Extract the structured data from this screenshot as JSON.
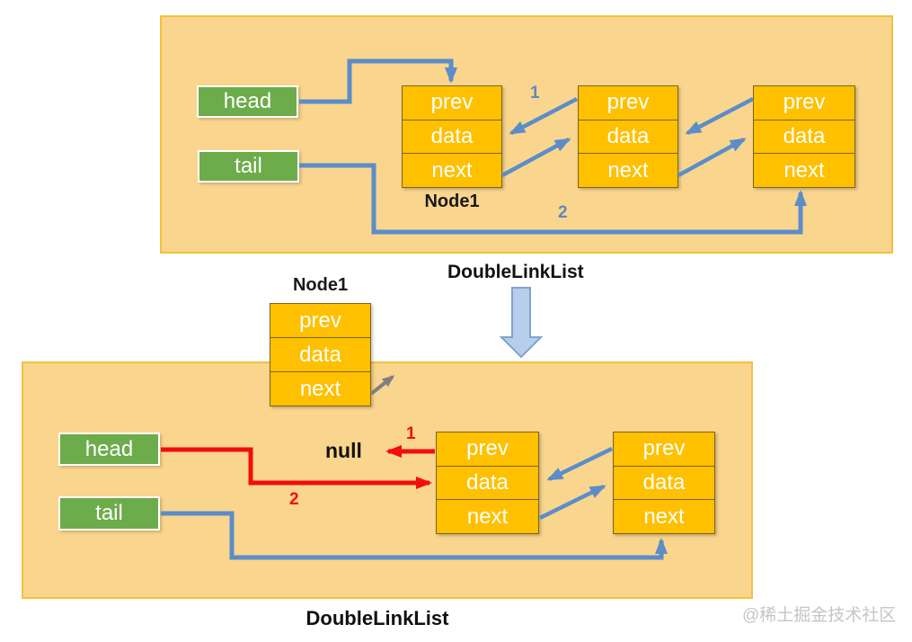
{
  "colors": {
    "panel_bg": "#FAD58E",
    "panel_border": "#F1C140",
    "node_fill": "#FFC000",
    "node_border": "#7a6420",
    "green": "#6CAC4B",
    "blue": "#5B8DC9",
    "red": "#F20D0D",
    "gray": "#7F7F7F",
    "step_blue": "#6189BD",
    "arrow_fill": "#B7CEEA",
    "arrow_stroke": "#7FA3CF",
    "watermark_gray": "#C5C5C5"
  },
  "fields": {
    "prev": "prev",
    "data": "data",
    "next": "next"
  },
  "top": {
    "head": "head",
    "tail": "tail",
    "node_caption": "Node1",
    "step1": "1",
    "step2": "2"
  },
  "mid": {
    "node_caption": "Node1",
    "title": "DoubleLinkList"
  },
  "bottom": {
    "head": "head",
    "tail": "tail",
    "null_label": "null",
    "step1": "1",
    "step2": "2",
    "caption": "DoubleLinkList"
  },
  "watermark": {
    "text": "@稀土掘金技术社区"
  }
}
